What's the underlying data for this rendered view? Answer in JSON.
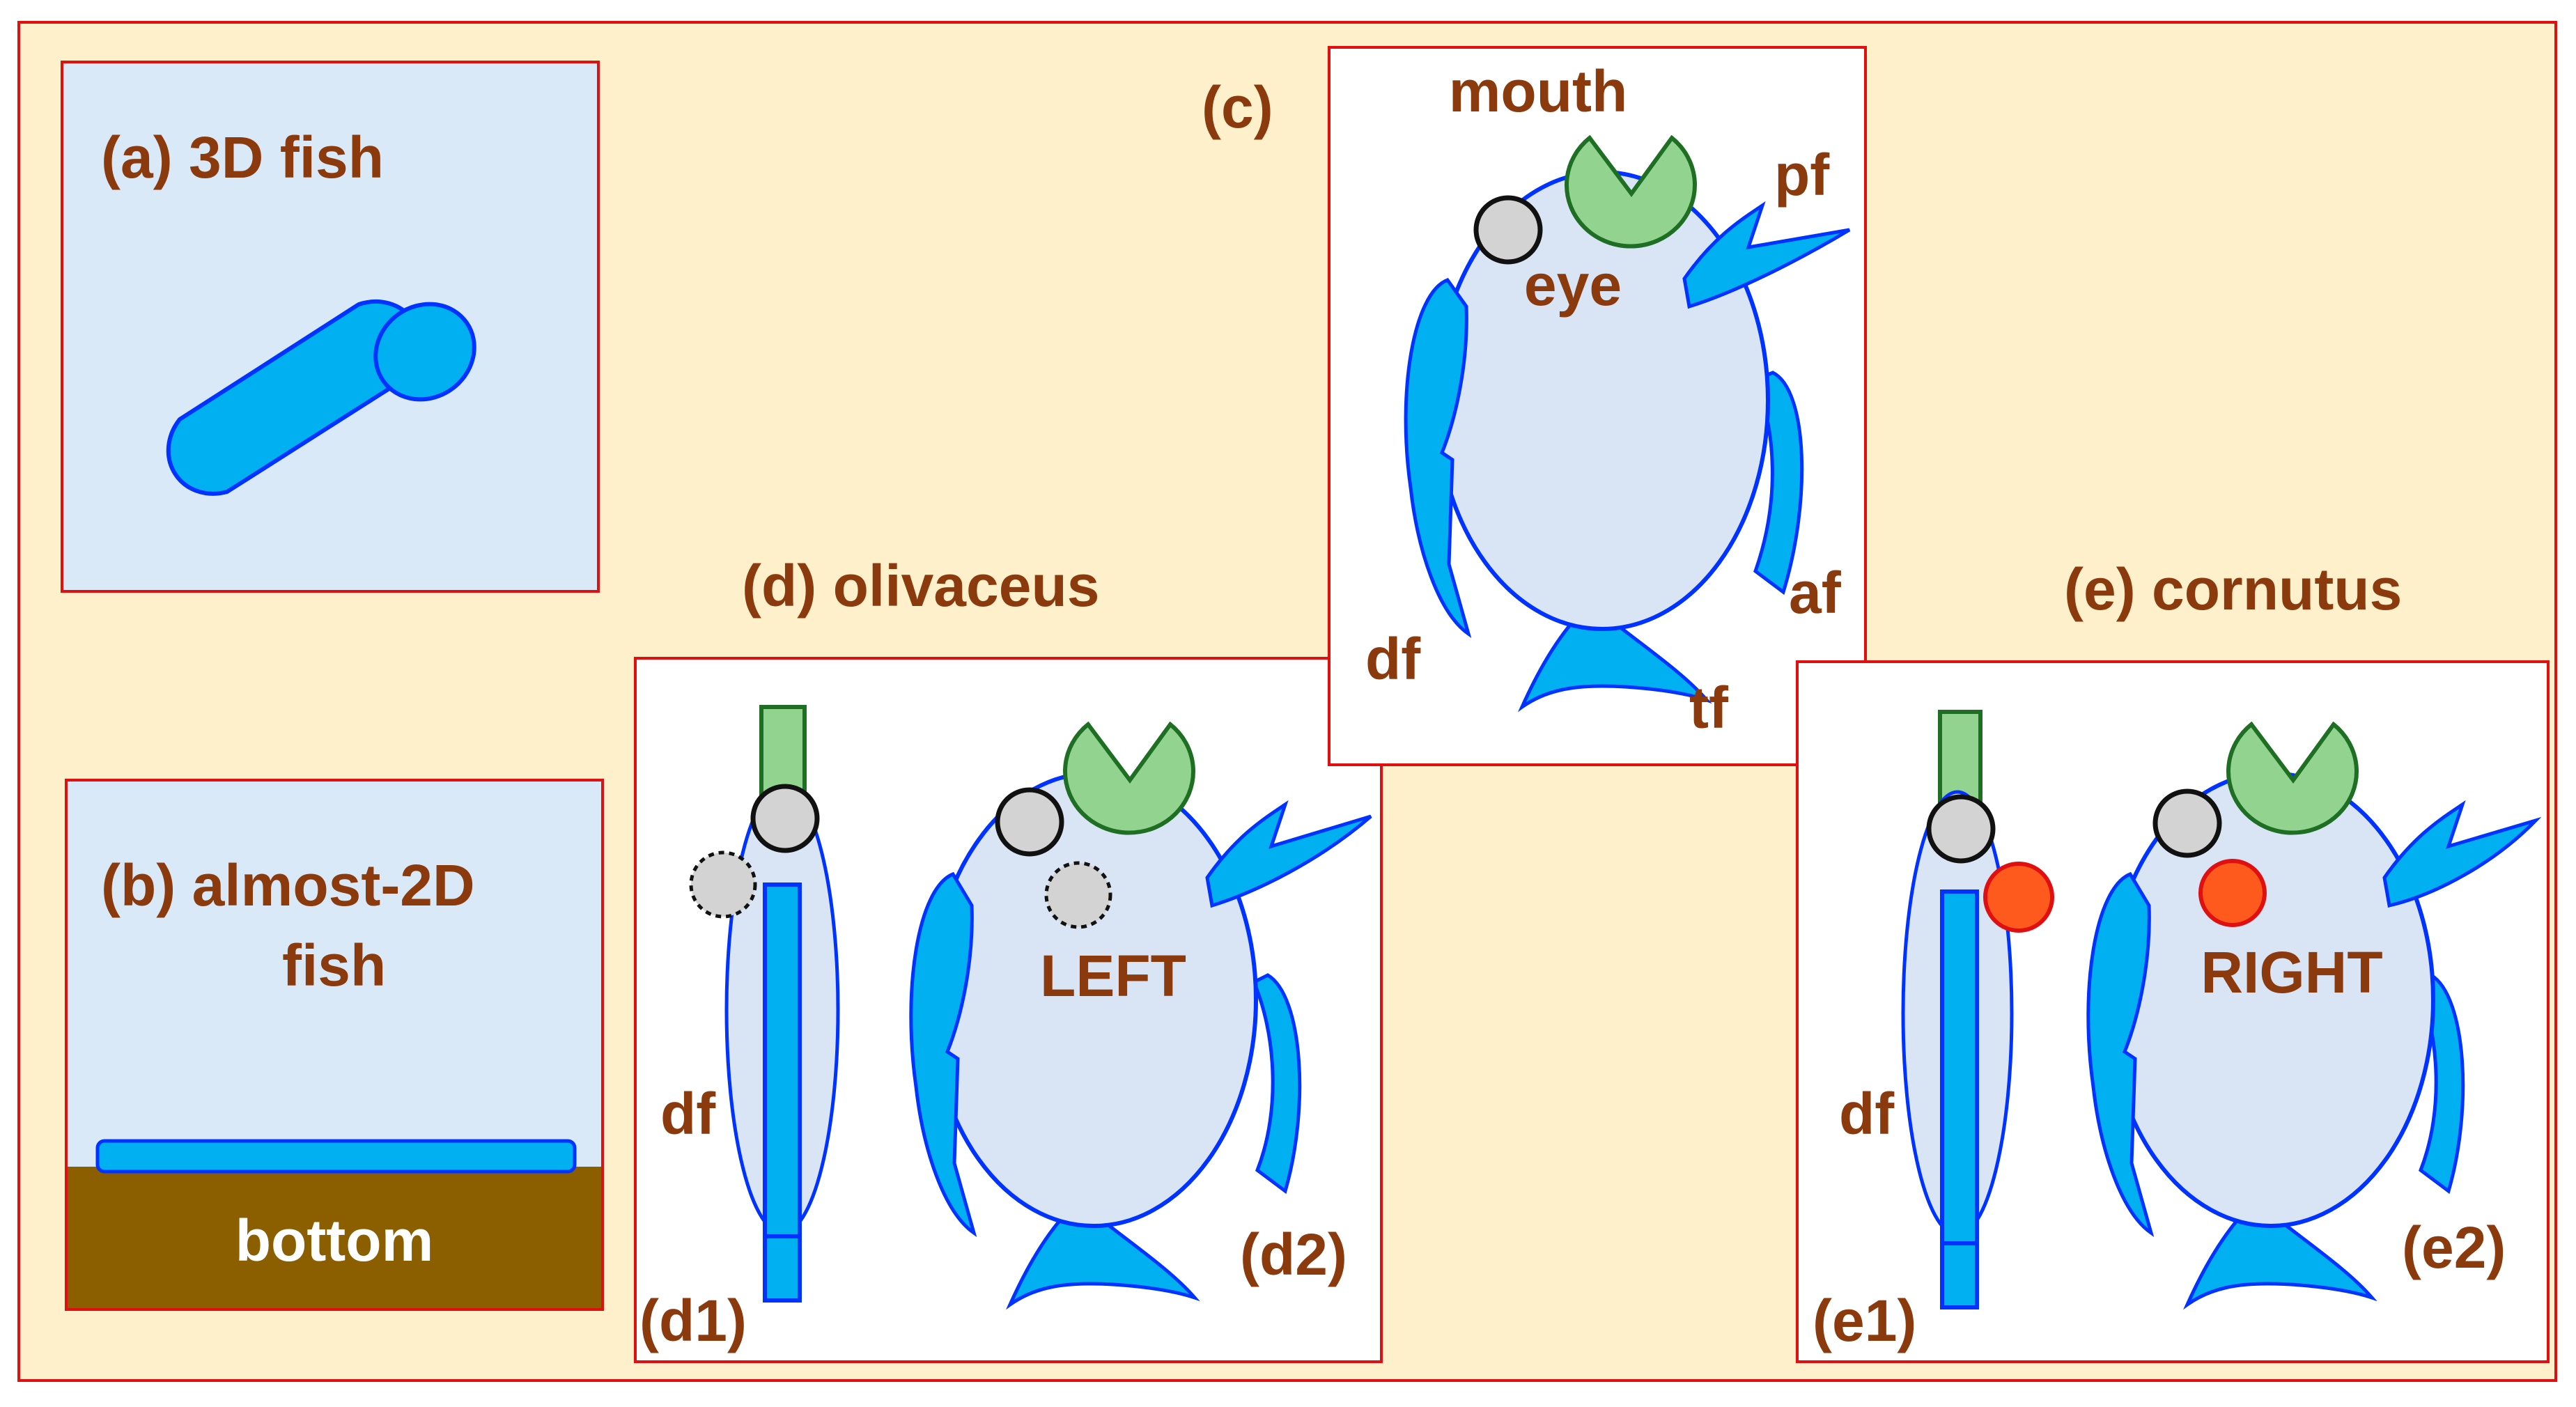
{
  "colors": {
    "outer_background": "#fff0cc",
    "frame_red": "#e01010",
    "panel_light_blue": "#d9e9f7",
    "fish_body": "#d9e4f5",
    "fin_blue": "#00b0f0",
    "outline_blue": "#0033ff",
    "mouth_green": "#92d38f",
    "mouth_outline": "#1e6e24",
    "eye_grey": "#d3d3d3",
    "orange_eye": "#ff5a1e",
    "bottom_brown": "#8b5e00",
    "label_brown": "#8b3a0e"
  },
  "panel_a": {
    "label": "(a) 3D fish"
  },
  "panel_b": {
    "label_line1": "(b) almost-2D",
    "label_line2": "fish",
    "bottom": "bottom"
  },
  "panel_c": {
    "label": "(c)",
    "mouth": "mouth",
    "eye": "eye",
    "pf": "pf",
    "af": "af",
    "df": "df",
    "tf": "tf"
  },
  "panel_d": {
    "label": "(d) olivaceus",
    "side": "LEFT",
    "df": "df",
    "sub1": "(d1)",
    "sub2": "(d2)"
  },
  "panel_e": {
    "label": "(e) cornutus",
    "side": "RIGHT",
    "df": "df",
    "sub1": "(e1)",
    "sub2": "(e2)"
  }
}
